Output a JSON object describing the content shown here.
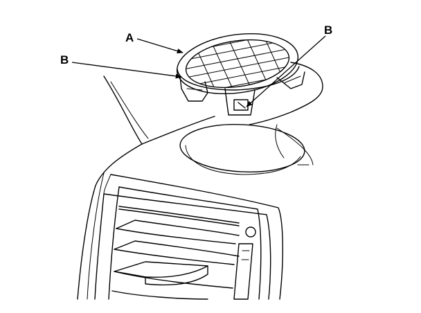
{
  "callouts": {
    "a": "A",
    "b_left": "B",
    "b_right": "B"
  },
  "colors": {
    "line": "#000000",
    "background": "#ffffff"
  }
}
